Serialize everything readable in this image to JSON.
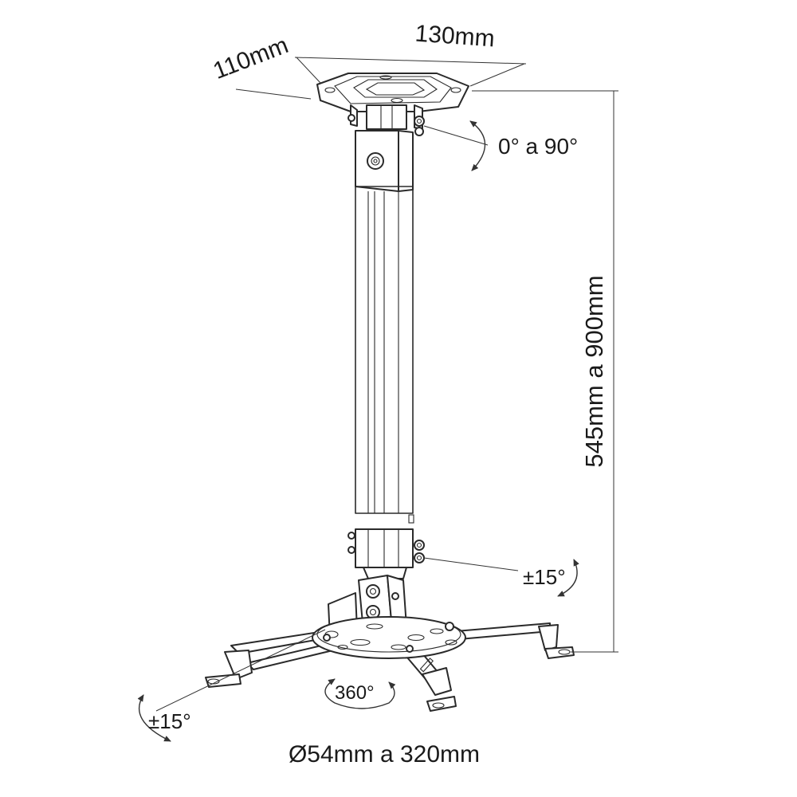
{
  "labels": {
    "width": "130mm",
    "depth": "110mm",
    "tilt_top": "0° a 90°",
    "height_range": "545mm a 900mm",
    "tilt_bottom": "±15°",
    "rotation": "360°",
    "tilt_arm": "±15°",
    "diameter_range": "Ø54mm a 320mm"
  },
  "colors": {
    "line": "#2a2a2a",
    "background": "#ffffff"
  }
}
